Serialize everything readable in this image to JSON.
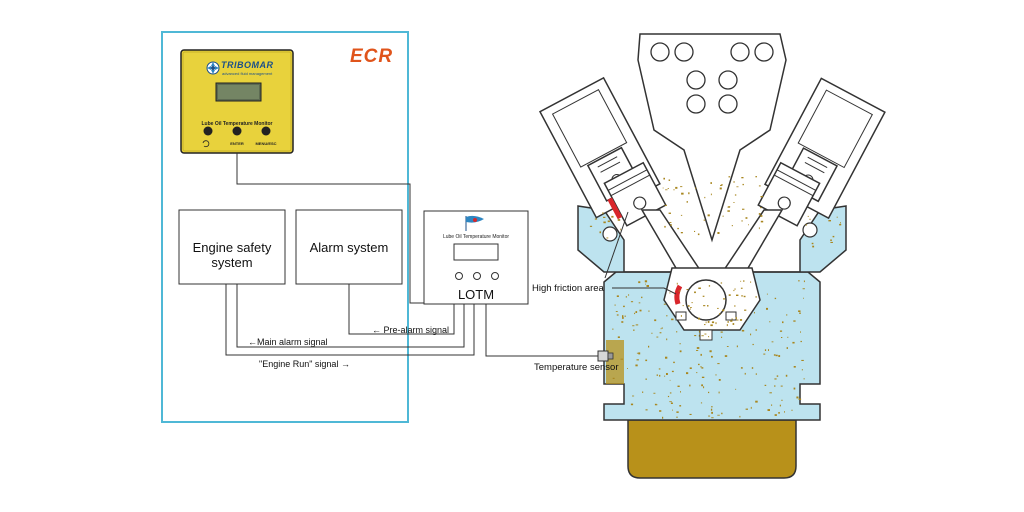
{
  "ecr": {
    "label": "ECR"
  },
  "device": {
    "brand": "TRIBOMAR",
    "tagline": "advanced fluid management",
    "title": "Lube Oil Temperature Monitor",
    "buttons": [
      {
        "label": ""
      },
      {
        "label": "ENTER"
      },
      {
        "label": "MENU/ESC"
      }
    ]
  },
  "boxes": {
    "engine_safety": "Engine safety system",
    "alarm": "Alarm system"
  },
  "lotm": {
    "title": "Lube Oil Temperature Monitor",
    "name": "LOTM"
  },
  "signals": {
    "main_alarm": "←Main alarm signal",
    "pre_alarm": "← Pre-alarm signal",
    "engine_run": "\"Engine Run\" signal  →"
  },
  "callouts": {
    "high_friction": "High friction area",
    "temperature_sensor": "Temperature sensor"
  },
  "colors": {
    "ecr_border": "#4fb8d6",
    "ecr_text": "#e0541b",
    "device_body": "#e8d23c",
    "oil_sump": "#b8911a",
    "coolant": "#bde3ef",
    "friction": "#d9262b"
  }
}
